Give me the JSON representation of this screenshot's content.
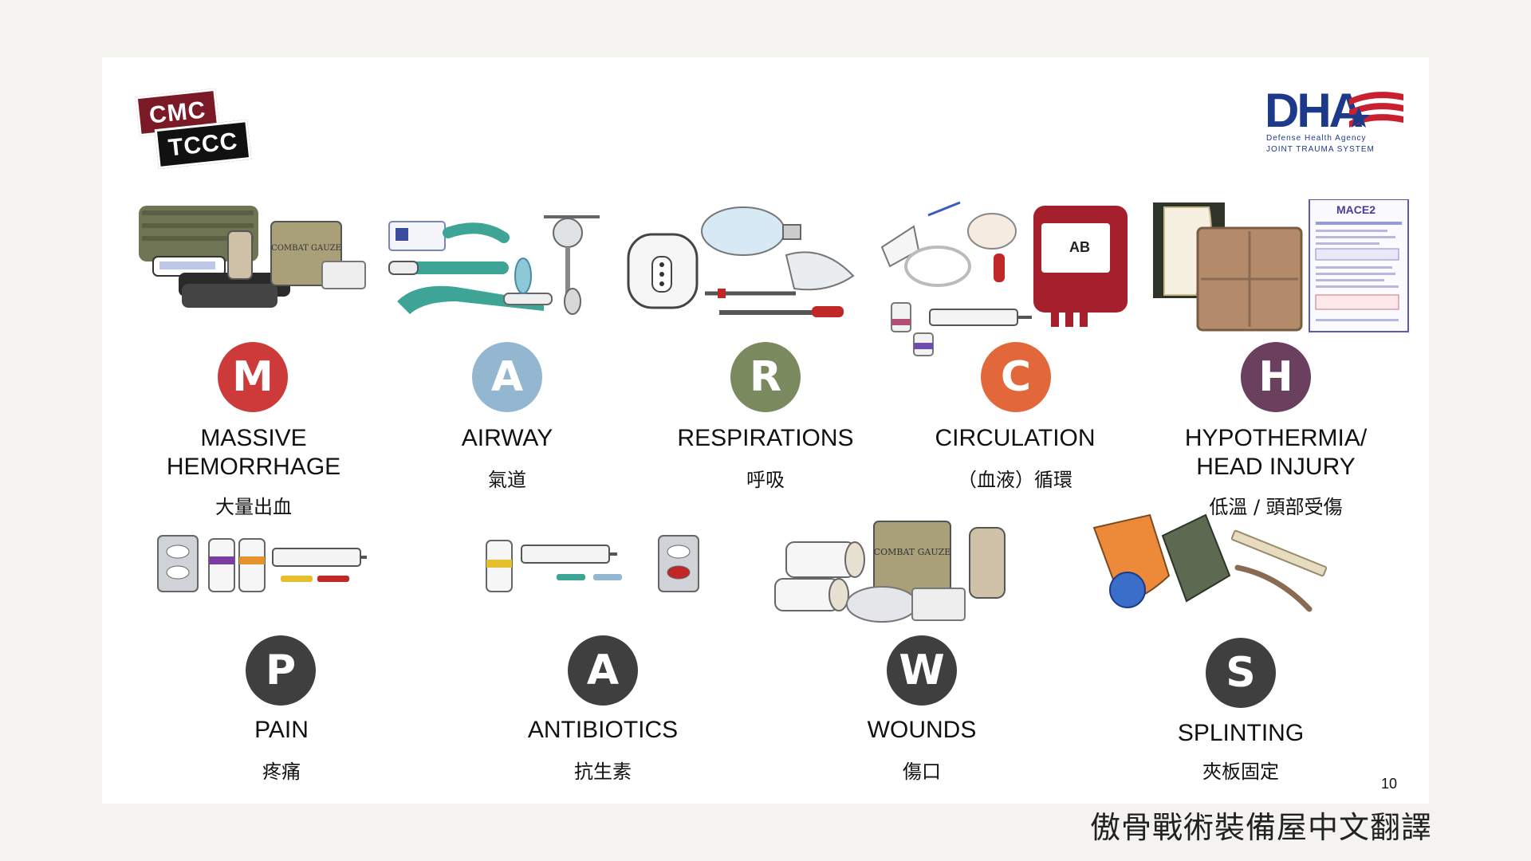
{
  "logos": {
    "cmc_line1": "CMC",
    "cmc_line2": "TCCC",
    "dha_main": "DHA",
    "dha_line1": "Defense Health Agency",
    "dha_line2": "JOINT TRAUMA SYSTEM"
  },
  "items": [
    {
      "letter": "M",
      "label_1": "MASSIVE",
      "label_2": "HEMORRHAGE",
      "zh": "大量出血",
      "color": "#cc3a3a"
    },
    {
      "letter": "A",
      "label_1": "AIRWAY",
      "label_2": "",
      "zh": "氣道",
      "color": "#93b7d0"
    },
    {
      "letter": "R",
      "label_1": "RESPIRATIONS",
      "label_2": "",
      "zh": "呼吸",
      "color": "#7a8a5e"
    },
    {
      "letter": "C",
      "label_1": "CIRCULATION",
      "label_2": "",
      "zh": "（血液）循環",
      "color": "#e2673b"
    },
    {
      "letter": "H",
      "label_1": "HYPOTHERMIA/",
      "label_2": "HEAD INJURY",
      "zh": "低溫 / 頭部受傷",
      "color": "#6b3f5e"
    },
    {
      "letter": "P",
      "label_1": "PAIN",
      "label_2": "",
      "zh": "疼痛",
      "color": "#3f3f3f"
    },
    {
      "letter": "A",
      "label_1": "ANTIBIOTICS",
      "label_2": "",
      "zh": "抗生素",
      "color": "#3f3f3f"
    },
    {
      "letter": "W",
      "label_1": "WOUNDS",
      "label_2": "",
      "zh": "傷口",
      "color": "#3f3f3f"
    },
    {
      "letter": "S",
      "label_1": "SPLINTING",
      "label_2": "",
      "zh": "夾板固定",
      "color": "#3f3f3f"
    }
  ],
  "illustration_text": {
    "combat_gauze": "COMBAT GAUZE",
    "blood_type": "AB",
    "mace": "MACE2"
  },
  "page_number": "10",
  "footer": "傲骨戰術裝備屋中文翻譯"
}
